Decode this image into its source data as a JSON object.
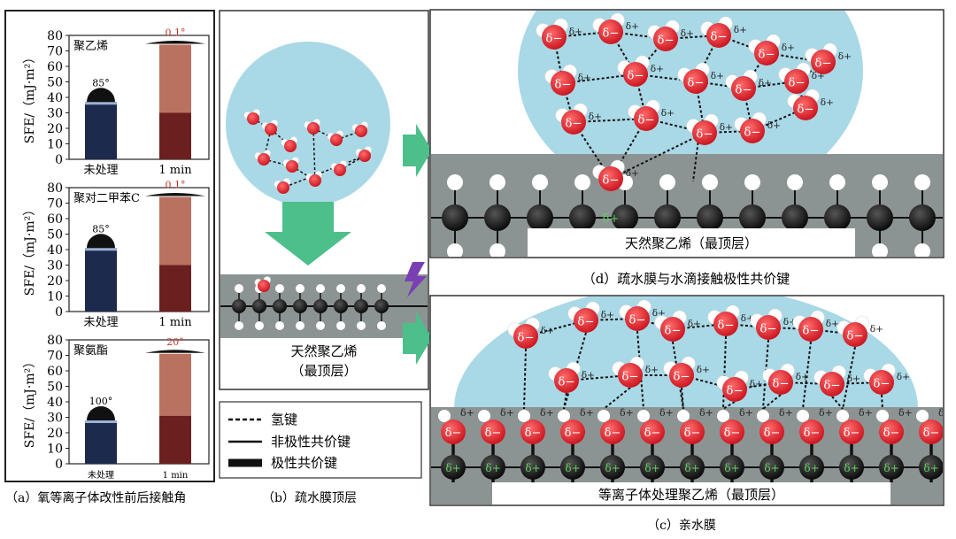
{
  "captions": {
    "a": "（a）氧等离子体改性前后接触角",
    "b": "（b）疏水膜顶层",
    "c": "（c）亲水膜",
    "d": "（d）疏水膜与水滴接触极性共价键"
  },
  "panel_a": {
    "ylabel": "SFE/（mJ·m²）",
    "yticks": [
      "0",
      "10",
      "20",
      "30",
      "40",
      "50",
      "60",
      "70",
      "80"
    ],
    "categories": [
      "未处理",
      "1 min"
    ],
    "colors": {
      "untreated": "#1c2a4d",
      "treated_light": "#b9725f",
      "treated_dark": "#6b1f1f",
      "angle_red": "#c0392b"
    },
    "charts": [
      {
        "material": "聚乙烯",
        "untreated_angle": "85°",
        "treated_angle": "0.1°",
        "untreated_value": 37,
        "treated_total": 74,
        "treated_lower": 30
      },
      {
        "material": "聚对二甲苯C",
        "untreated_angle": "85°",
        "treated_angle": "0.1°",
        "untreated_value": 41,
        "treated_total": 74,
        "treated_lower": 30
      },
      {
        "material": "聚氨酯",
        "untreated_angle": "100°",
        "treated_angle": "20°",
        "untreated_value": 28,
        "treated_total": 71,
        "treated_lower": 31
      }
    ]
  },
  "panel_b": {
    "surface_label_1": "天然聚乙烯",
    "surface_label_2": "（最顶层）",
    "legend": [
      "氢键",
      "非极性共价键",
      "极性共价键"
    ]
  },
  "panel_d": {
    "surface_label": "天然聚乙烯（最顶层）",
    "delta_minus": "δ−",
    "delta_plus": "δ+"
  },
  "panel_c": {
    "surface_label": "等离子体处理聚乙烯（最顶层）",
    "delta_minus": "δ−",
    "delta_plus": "δ+"
  },
  "colors": {
    "water": "#a9d8e6",
    "arrow": "#4cbf8a",
    "oxygen": "#e8262f",
    "hydrogen": "#ffffff",
    "carbon": "#111111",
    "slab": "#8c9493",
    "bolt": "#7b3fb5"
  }
}
